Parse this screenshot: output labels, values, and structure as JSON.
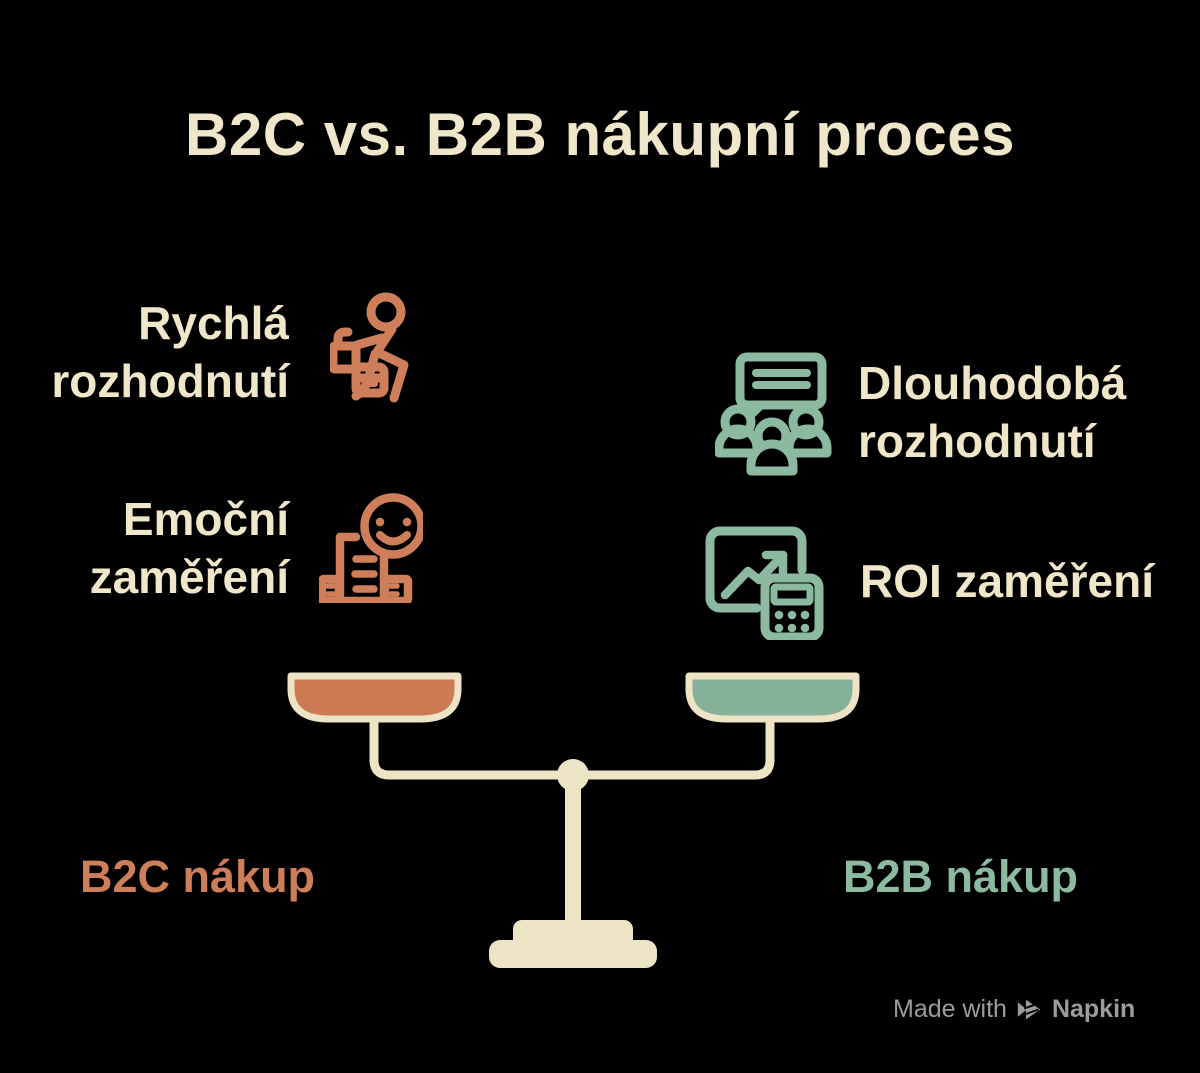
{
  "title": "B2C vs. B2B nákupní proces",
  "features": {
    "b2c": [
      {
        "label": "Rychlá rozhodnutí",
        "icon": "running-shopper-icon"
      },
      {
        "label": "Emoční zaměření",
        "icon": "smiley-receipt-icon"
      }
    ],
    "b2b": [
      {
        "label": "Dlouhodobá rozhodnutí",
        "icon": "group-discussion-icon"
      },
      {
        "label": "ROI zaměření",
        "icon": "chart-calculator-icon"
      }
    ]
  },
  "scale": {
    "left_label": "B2C nákup",
    "right_label": "B2B nákup",
    "type": "balance-scale"
  },
  "footer": {
    "made_with": "Made with",
    "brand": "Napkin",
    "logo_icon": "napkin-logo-icon"
  },
  "colors": {
    "b2c_accent": "#CF7E5A",
    "b2c_pan_fill": "#CB7A54",
    "b2b_accent": "#8CBAA1",
    "b2b_pan_fill": "#84B197",
    "cream_text": "#F0E6C9",
    "scale_cream": "#EDE3C5",
    "footer_text": "#9C9C9C",
    "background": "#000000"
  }
}
